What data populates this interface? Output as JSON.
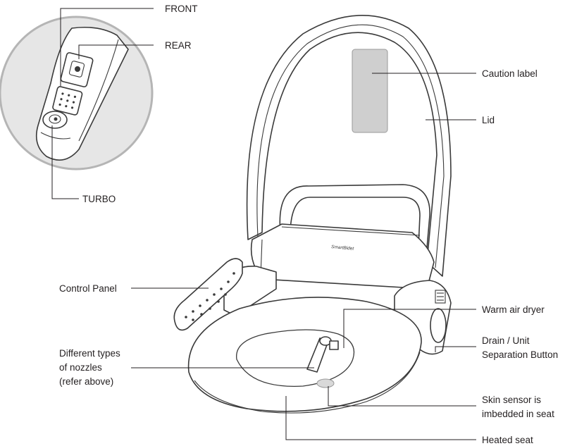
{
  "colors": {
    "ink": "#231f20",
    "caution_label_fill": "#cfcfcf",
    "inset_circle_fill": "#e6e6e6",
    "inset_circle_border": "#b5b5b5"
  },
  "product_logo": "SmartBidet",
  "inset": {
    "front": "FRONT",
    "rear": "REAR",
    "turbo": "TURBO"
  },
  "callouts": {
    "caution_label": "Caution label",
    "lid": "Lid",
    "control_panel": "Control Panel",
    "warm_air_dryer": "Warm air dryer",
    "drain_line1": "Drain / Unit",
    "drain_line2": "Separation Button",
    "nozzles_line1": "Different types",
    "nozzles_line2": "of nozzles",
    "nozzles_line3": "(refer above)",
    "skin_line1": "Skin sensor is",
    "skin_line2": "imbedded in seat",
    "heated_seat": "Heated seat"
  }
}
